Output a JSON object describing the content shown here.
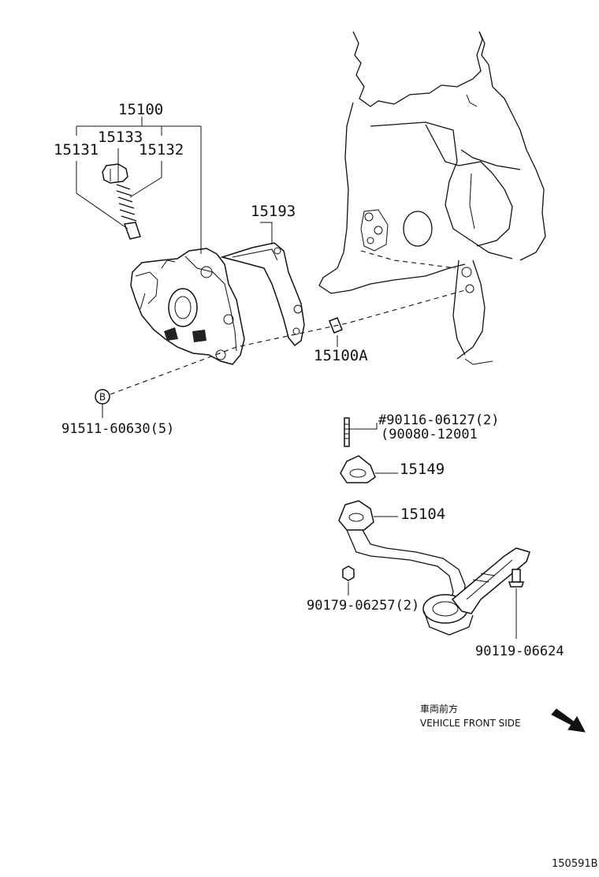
{
  "callouts": {
    "p15100": "15100",
    "p15133": "15133",
    "p15131": "15131",
    "p15132": "15132",
    "p15193": "15193",
    "p15100A": "15100A",
    "bolt_b": "91511-60630(5)",
    "b_marker": "B",
    "stud_1": "#90116-06127(2)",
    "stud_2": "(90080-12001",
    "p15149": "15149",
    "p15104": "15104",
    "nut": "90179-06257(2)",
    "bolt": "90119-06624"
  },
  "direction": {
    "japanese": "車両前方",
    "english": "VEHICLE FRONT SIDE",
    "icon": "arrow-down-right-icon"
  },
  "drawing_code": "150591B"
}
